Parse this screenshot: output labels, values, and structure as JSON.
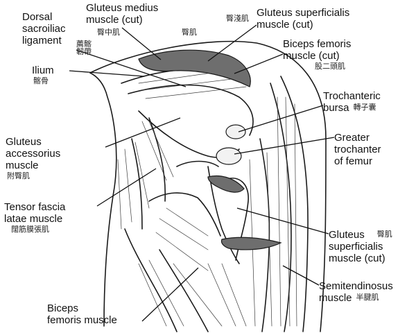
{
  "labels": {
    "dorsal_sacroiliac": {
      "lines": [
        "Dorsal",
        "sacroiliac",
        "ligament"
      ],
      "zh": "薦髂韌帶"
    },
    "gluteus_medius": {
      "lines": [
        "Gluteus medius",
        "muscle (cut)"
      ],
      "zh": "臀中肌"
    },
    "zh_gluteal_top": {
      "zh": "臀肌"
    },
    "gluteus_superficialis_top": {
      "lines": [
        "Gluteus superficialis",
        "muscle (cut)"
      ],
      "zh": "臀淺肌"
    },
    "biceps_femoris_cut": {
      "lines": [
        "Biceps femoris",
        "muscle (cut)"
      ],
      "zh": "股二頭肌"
    },
    "ilium": {
      "lines": [
        "Ilium"
      ],
      "zh": "髂骨"
    },
    "trochanteric_bursa": {
      "lines": [
        "Trochanteric",
        "bursa"
      ],
      "zh": "轉子囊"
    },
    "greater_trochanter": {
      "lines": [
        "Greater",
        "trochanter",
        "of femur"
      ]
    },
    "gluteus_accessorius": {
      "lines": [
        "Gluteus",
        "accessorius",
        "muscle"
      ],
      "zh": "附臀肌"
    },
    "tensor_fascia": {
      "lines": [
        "Tensor fascia",
        "latae muscle"
      ],
      "zh": "闊筋膜張肌"
    },
    "gluteus_superficialis_bottom": {
      "lines": [
        "Gluteus",
        "superficialis",
        "muscle (cut)"
      ],
      "zh": "臀肌"
    },
    "semitendinosus": {
      "lines": [
        "Semitendinosus",
        "muscle"
      ],
      "zh": "半腱肌"
    },
    "biceps_femoris_muscle": {
      "lines": [
        "Biceps",
        "femoris muscle"
      ]
    }
  },
  "colors": {
    "ink": "#1a1a1a",
    "cut_fill": "#6e6e6e",
    "bg": "#ffffff"
  }
}
